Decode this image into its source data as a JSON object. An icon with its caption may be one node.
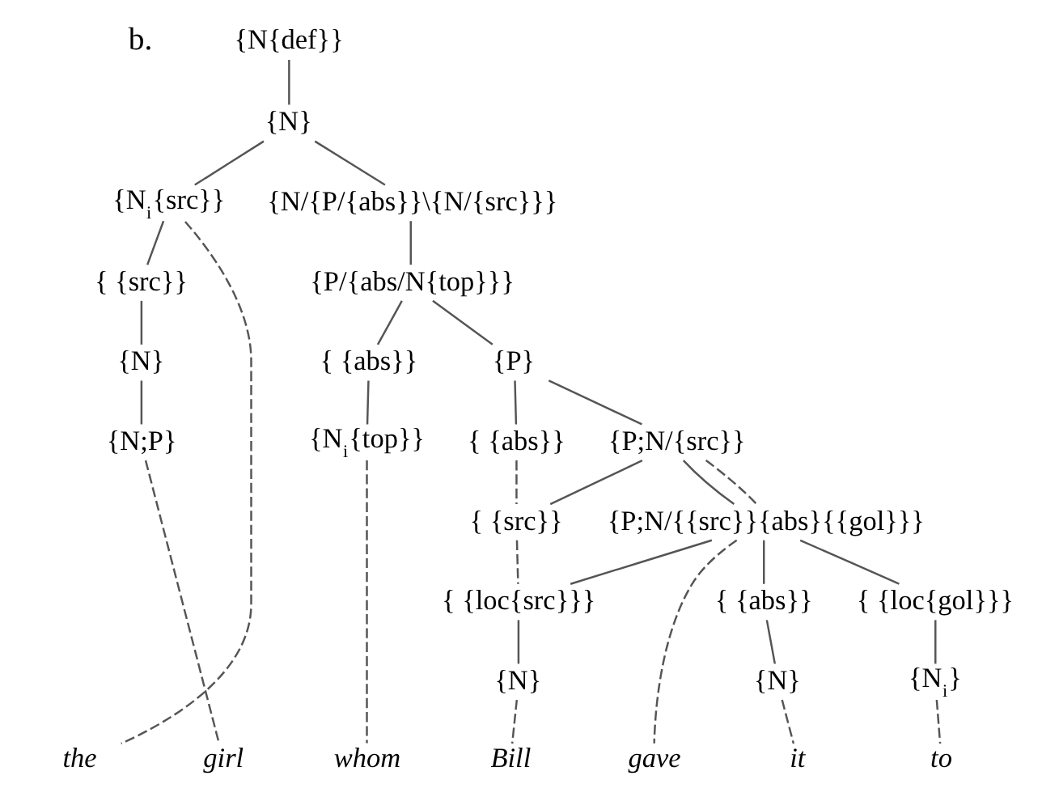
{
  "diagram": {
    "nodes": [
      {
        "text": [
          "{N{def}}"
        ]
      },
      {
        "text": [
          "{N}"
        ]
      },
      {
        "text": [
          "{N$_{i}${src}}"
        ]
      },
      {
        "text": [
          "{N/{P/{abs}}\\{N/{src}}}"
        ]
      },
      {
        "text": [
          "{ {src}}"
        ]
      },
      {
        "text": [
          "{P/{abs/N{top}}}"
        ]
      },
      {
        "text": [
          "{N}"
        ]
      },
      {
        "text": [
          "{ {abs}}"
        ]
      },
      {
        "text": [
          "{P}"
        ]
      },
      {
        "text": [
          "{N;P}"
        ]
      },
      {
        "text": [
          "{N$_{i}${top}}"
        ]
      },
      {
        "text": [
          "{ {abs}}"
        ]
      },
      {
        "text": [
          "{P;N/{src}}"
        ]
      },
      {
        "text": [
          "{ {src}}"
        ]
      },
      {
        "text": [
          "{P;N/{{src}}{abs}{{gol}}}"
        ]
      },
      {
        "text": [
          "{ {loc{src}}}"
        ]
      },
      {
        "text": [
          "{ {abs}}"
        ]
      },
      {
        "text": [
          "{ {loc{gol}}}"
        ]
      },
      {
        "text": [
          "{N}"
        ]
      },
      {
        "text": [
          "{N}"
        ]
      },
      {
        "text": [
          "{N$_{i}$}"
        ]
      },
      {
        "text": [
          "the"
        ]
      },
      {
        "text": [
          "girl"
        ]
      },
      {
        "text": [
          "whom"
        ]
      },
      {
        "text": [
          "Bill"
        ]
      },
      {
        "text": [
          "gave"
        ]
      },
      {
        "text": [
          "it"
        ]
      },
      {
        "text": [
          "to"
        ]
      }
    ],
    "edges": [
      {
        "from": 0,
        "to": 1,
        "arrow": "none"
      },
      {
        "from": 1,
        "to": 2,
        "arrow": "none"
      },
      {
        "from": 1,
        "to": 3,
        "arrow": "none"
      },
      {
        "from": 2,
        "to": 4,
        "arrow": "none"
      },
      {
        "from": 3,
        "to": 5,
        "arrow": "none"
      },
      {
        "from": 4,
        "to": 6,
        "arrow": "none"
      },
      {
        "from": 5,
        "to": 7,
        "arrow": "none"
      },
      {
        "from": 5,
        "to": 8,
        "arrow": "none"
      },
      {
        "from": 6,
        "to": 9,
        "arrow": "none"
      },
      {
        "from": 7,
        "to": 10,
        "arrow": "none"
      },
      {
        "from": 8,
        "to": 11,
        "arrow": "none"
      },
      {
        "from": 8,
        "to": 12,
        "arrow": "none"
      },
      {
        "from": 12,
        "to": 13,
        "arrow": "none"
      },
      {
        "from": 12,
        "to": 14,
        "arrow": "none"
      },
      {
        "from": 11,
        "to": 13,
        "arrow": "none",
        "style": "dashed"
      },
      {
        "from": 12,
        "to": 14,
        "arrow": "none",
        "style": "dashed"
      },
      {
        "from": 14,
        "to": 15,
        "arrow": "none"
      },
      {
        "from": 14,
        "to": 16,
        "arrow": "none"
      },
      {
        "from": 14,
        "to": 17,
        "arrow": "none"
      },
      {
        "from": 13,
        "to": 15,
        "arrow": "none",
        "style": "dashed"
      },
      {
        "from": 15,
        "to": 18,
        "arrow": "none"
      },
      {
        "from": 16,
        "to": 19,
        "arrow": "none"
      },
      {
        "from": 17,
        "to": 20,
        "arrow": "none"
      },
      {
        "from": 2,
        "to": 21,
        "arrow": "none",
        "style": "dashed"
      },
      {
        "from": 9,
        "to": 22,
        "arrow": "none",
        "style": "dashed"
      },
      {
        "from": 10,
        "to": 23,
        "arrow": "none",
        "style": "dashed"
      },
      {
        "from": 18,
        "to": 24,
        "arrow": "none",
        "style": "dashed"
      },
      {
        "from": 14,
        "to": 25,
        "arrow": "none",
        "style": "dashed"
      },
      {
        "from": 19,
        "to": 26,
        "arrow": "none",
        "style": "dashed"
      },
      {
        "from": 20,
        "to": 27,
        "arrow": "none",
        "style": "dashed"
      }
    ],
    "labels": [
      "b."
    ]
  }
}
